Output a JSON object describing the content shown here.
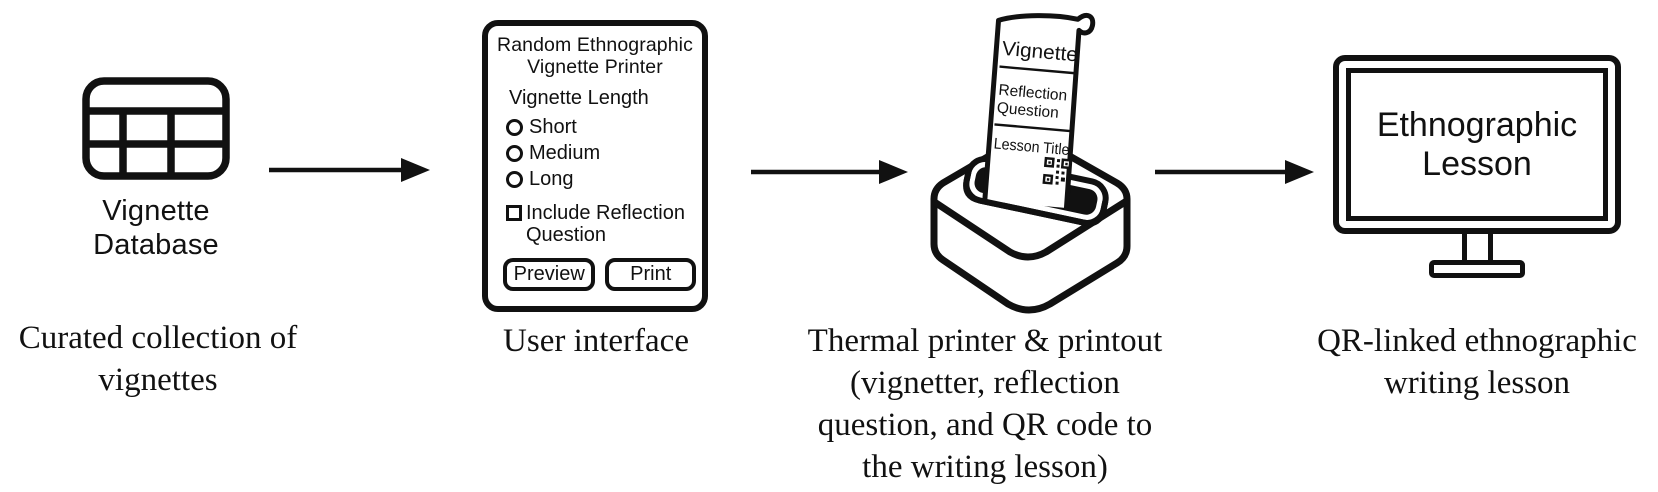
{
  "colors": {
    "ink": "#111111",
    "background": "#ffffff"
  },
  "db": {
    "label_line1": "Vignette",
    "label_line2": "Database",
    "caption_line1": "Curated collection of",
    "caption_line2": "vignettes"
  },
  "ui": {
    "title_line1": "Random Ethnographic",
    "title_line2": "Vignette Printer",
    "section_label": "Vignette Length",
    "radio_options": [
      "Short",
      "Medium",
      "Long"
    ],
    "radio_selected": null,
    "checkbox_checked": false,
    "checkbox_line1": "Include Reflection",
    "checkbox_line2": "Question",
    "buttons": {
      "preview": "Preview",
      "print": "Print"
    },
    "caption": "User interface"
  },
  "printer": {
    "receipt": {
      "title": "Vignette",
      "line2": "Reflection",
      "line3": "Question",
      "line4": "Lesson Title"
    },
    "caption_lines": [
      "Thermal printer & printout",
      "(vignetter, reflection",
      "question, and QR code to",
      "the writing lesson)"
    ]
  },
  "monitor": {
    "screen_line1": "Ethnographic",
    "screen_line2": "Lesson",
    "caption_line1": "QR-linked ethnographic",
    "caption_line2": "writing lesson"
  }
}
